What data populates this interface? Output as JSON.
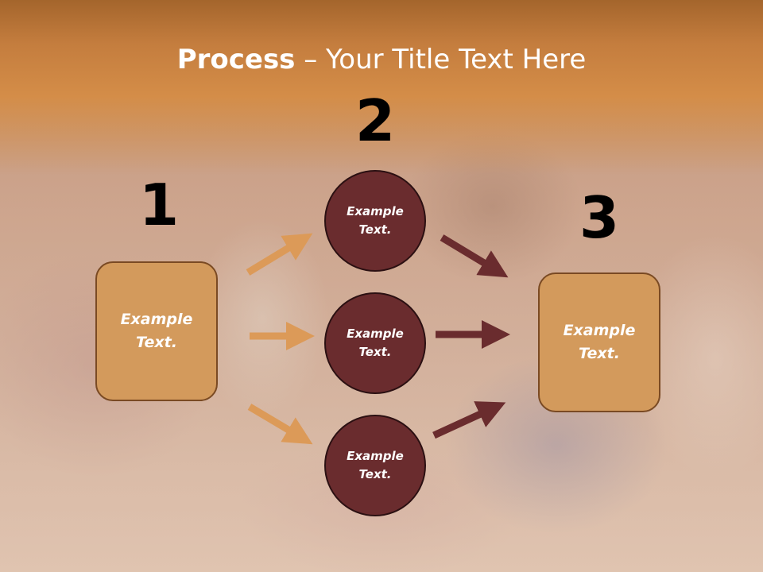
{
  "title": {
    "bold": "Process",
    "rest": " – Your Title Text Here"
  },
  "steps": [
    {
      "number": "1",
      "label": "Example Text."
    },
    {
      "number": "2",
      "label": ""
    },
    {
      "number": "3",
      "label": "Example Text."
    }
  ],
  "nodes": [
    {
      "label": "Example Text."
    },
    {
      "label": "Example Text."
    },
    {
      "label": "Example Text."
    }
  ],
  "colors": {
    "header": "#c47d3e",
    "box_fill": "#d39a5c",
    "circle_fill": "#6a2c2e",
    "arrow_light": "#dc9a58",
    "arrow_dark": "#6a2c2e"
  }
}
